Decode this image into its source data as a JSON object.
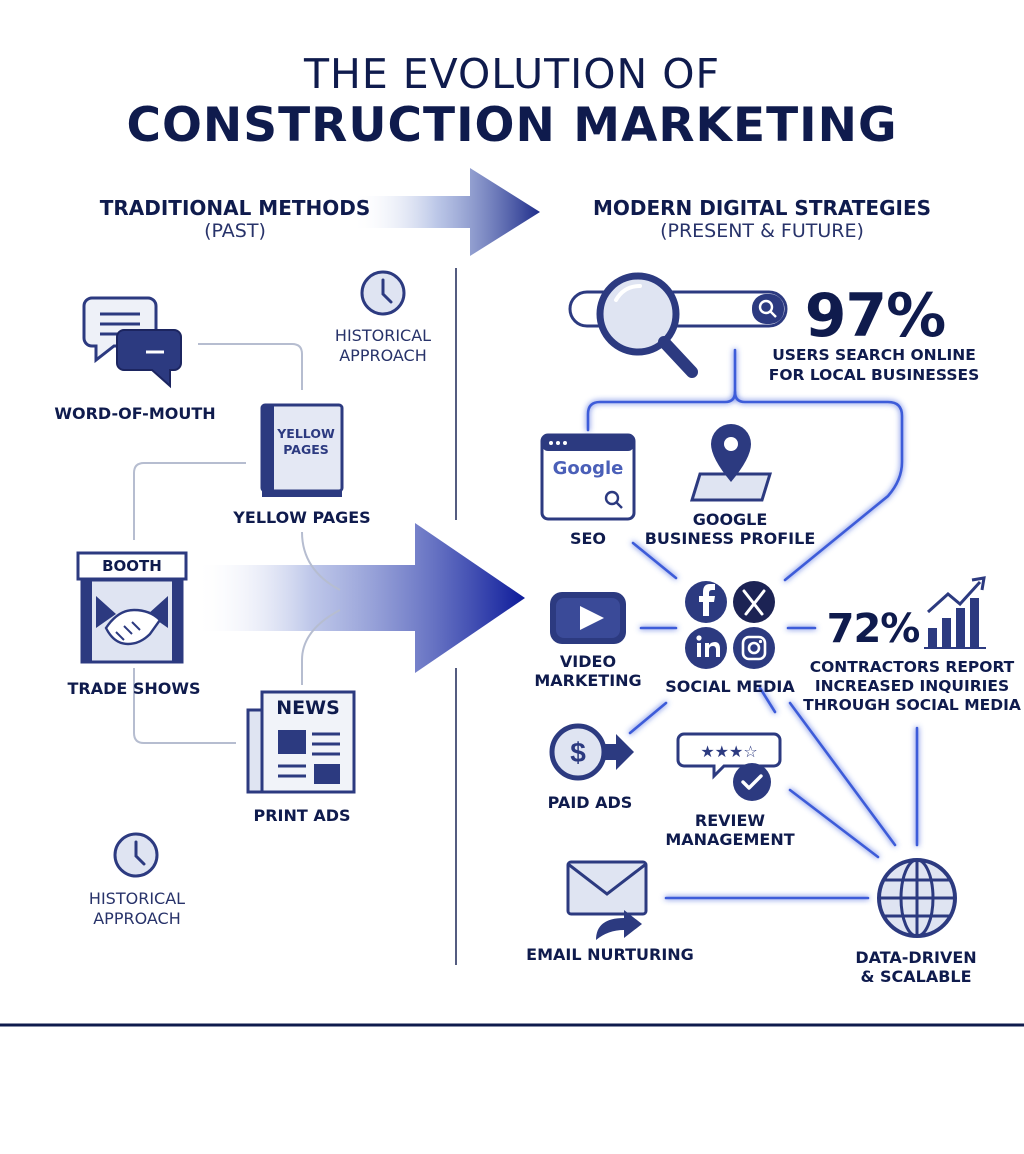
{
  "header": {
    "title_line1": "THE EVOLUTION OF",
    "title_line2": "CONSTRUCTION MARKETING"
  },
  "traditional": {
    "heading": "TRADITIONAL METHODS",
    "subheading": "(PAST)",
    "items": {
      "word_of_mouth": "WORD-OF-MOUTH",
      "yellow_pages": "YELLOW PAGES",
      "yellow_pages_book": "YELLOW PAGES",
      "trade_shows": "TRADE SHOWS",
      "booth_sign": "BOOTH",
      "print_ads": "PRINT ADS",
      "newspaper_masthead": "NEWS"
    },
    "historical_label_1": "HISTORICAL APPROACH",
    "historical_label_2": "HISTORICAL APPROACH"
  },
  "modern": {
    "heading": "MODERN DIGITAL STRATEGIES",
    "subheading": "(PRESENT & FUTURE)",
    "search_stat": {
      "value": "97%",
      "caption_line1": "USERS SEARCH ONLINE",
      "caption_line2": "FOR LOCAL BUSINESSES"
    },
    "social_stat": {
      "value": "72%",
      "caption_line1": "CONTRACTORS REPORT",
      "caption_line2": "INCREASED INQUIRIES",
      "caption_line3": "THROUGH SOCIAL MEDIA"
    },
    "items": {
      "seo": "SEO",
      "seo_logo_text": "Google",
      "gbp_line1": "GOOGLE",
      "gbp_line2": "BUSINESS PROFILE",
      "video_line1": "VIDEO",
      "video_line2": "MARKETING",
      "social": "SOCIAL MEDIA",
      "paid_ads": "PAID ADS",
      "review_line1": "REVIEW",
      "review_line2": "MANAGEMENT",
      "email": "EMAIL NURTURING",
      "data_line1": "DATA-DRIVEN",
      "data_line2": "& SCALABLE"
    }
  },
  "colors": {
    "navy": "#0f1b4d",
    "icon_blue": "#2c3a80",
    "icon_fill": "#dfe4f2",
    "connector_glow": "#4a7dff",
    "connector_gray": "#b6bdd0",
    "arrow_blue": "#1b2a9a"
  }
}
